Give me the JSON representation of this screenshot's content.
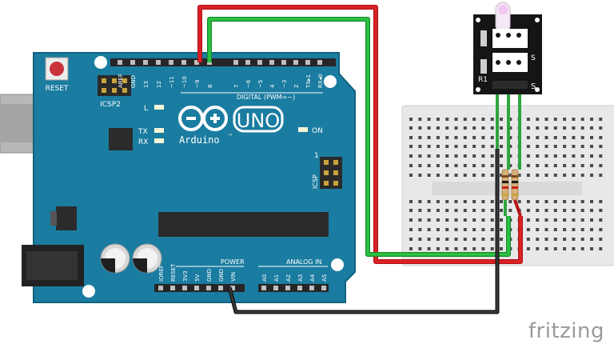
{
  "arduino": {
    "reset_label": "RESET",
    "icsp2_label": "ICSP2",
    "logo_text": "UNO",
    "brand": "Arduino",
    "brand_tm": "™",
    "digital_label": "DIGITAL (PWM=~)",
    "power_label": "POWER",
    "analog_label": "ANALOG IN",
    "icsp_label": "ICSP",
    "icsp_pin1": "1",
    "led_l": "L",
    "led_tx": "TX",
    "led_rx": "RX",
    "on_label": "ON",
    "digital_pins": [
      "AREF",
      "GND",
      "13",
      "12",
      "~11",
      "~10",
      "~9",
      "8",
      "7",
      "~6",
      "~5",
      "4",
      "~3",
      "2",
      "TX▸1",
      "RX◂0"
    ],
    "power_pins": [
      "IOREF",
      "RESET",
      "3V3",
      "5V",
      "GND",
      "GND",
      "VIN"
    ],
    "analog_pins": [
      "A0",
      "A1",
      "A2",
      "A3",
      "A4",
      "A5"
    ]
  },
  "module": {
    "pin_label": "S",
    "pin_label_top": "S",
    "r1_label": "R1"
  },
  "watermark": "fritzing",
  "colors": {
    "board": "#1a7ca0",
    "board_edge": "#11627f",
    "wire_red": "#d3161b",
    "wire_green": "#25b53a",
    "wire_black": "#1e1e1e",
    "breadboard": "#e9e9e9",
    "module_pcb": "#151515"
  }
}
